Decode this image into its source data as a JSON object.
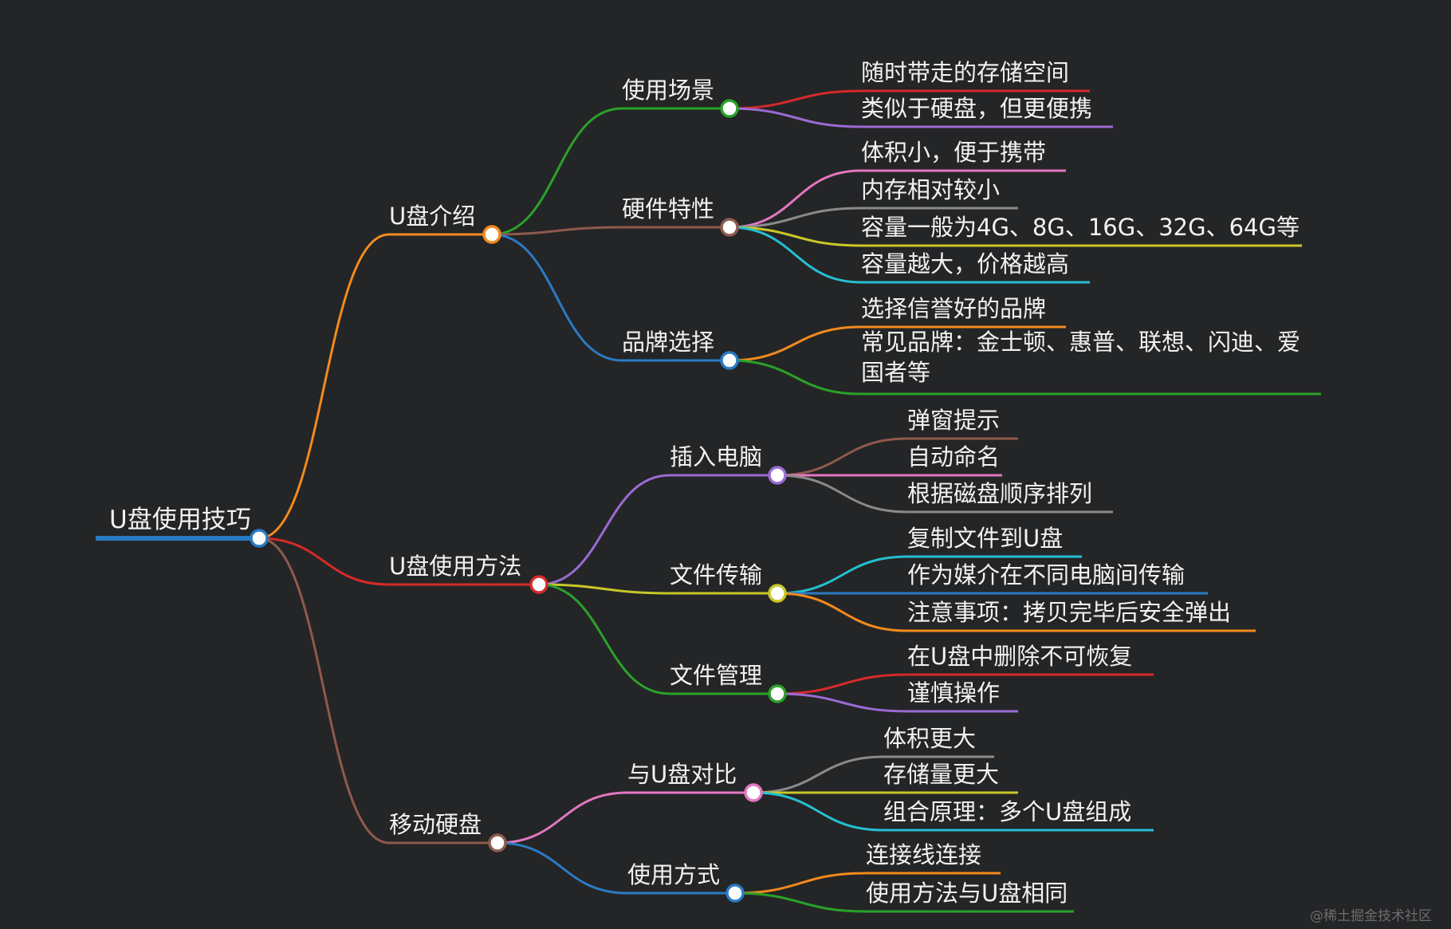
{
  "colors": {
    "background": "#242526",
    "text": "#f2f2f2",
    "orange": "#f28a1e",
    "green": "#2aa12a",
    "blue": "#2a7bc4",
    "red": "#d62a2a",
    "purple": "#9a6bd2",
    "brown": "#8e5a4e",
    "pink": "#e377c2",
    "gray": "#8a8a8a",
    "olive": "#c8c828",
    "cyan": "#25c0d2"
  },
  "mindmap": {
    "root": {
      "label": "U盘使用技巧",
      "children": [
        {
          "label": "U盘介绍",
          "children": [
            {
              "label": "使用场景",
              "children": [
                "随时带走的存储空间",
                "类似于硬盘，但更便携"
              ]
            },
            {
              "label": "硬件特性",
              "children": [
                "体积小，便于携带",
                "内存相对较小",
                "容量一般为4G、8G、16G、32G、64G等",
                "容量越大，价格越高"
              ]
            },
            {
              "label": "品牌选择",
              "children": [
                "选择信誉好的品牌",
                "常见品牌：金士顿、惠普、联想、闪迪、爱国者等"
              ]
            }
          ]
        },
        {
          "label": "U盘使用方法",
          "children": [
            {
              "label": "插入电脑",
              "children": [
                "弹窗提示",
                "自动命名",
                "根据磁盘顺序排列"
              ]
            },
            {
              "label": "文件传输",
              "children": [
                "复制文件到U盘",
                "作为媒介在不同电脑间传输",
                "注意事项：拷贝完毕后安全弹出"
              ]
            },
            {
              "label": "文件管理",
              "children": [
                "在U盘中删除不可恢复",
                "谨慎操作"
              ]
            }
          ]
        },
        {
          "label": "移动硬盘",
          "children": [
            {
              "label": "与U盘对比",
              "children": [
                "体积更大",
                "存储量更大",
                "组合原理：多个U盘组成"
              ]
            },
            {
              "label": "使用方式",
              "children": [
                "连接线连接",
                "使用方法与U盘相同"
              ]
            }
          ]
        }
      ]
    }
  },
  "watermark": "@稀土掘金技术社区"
}
